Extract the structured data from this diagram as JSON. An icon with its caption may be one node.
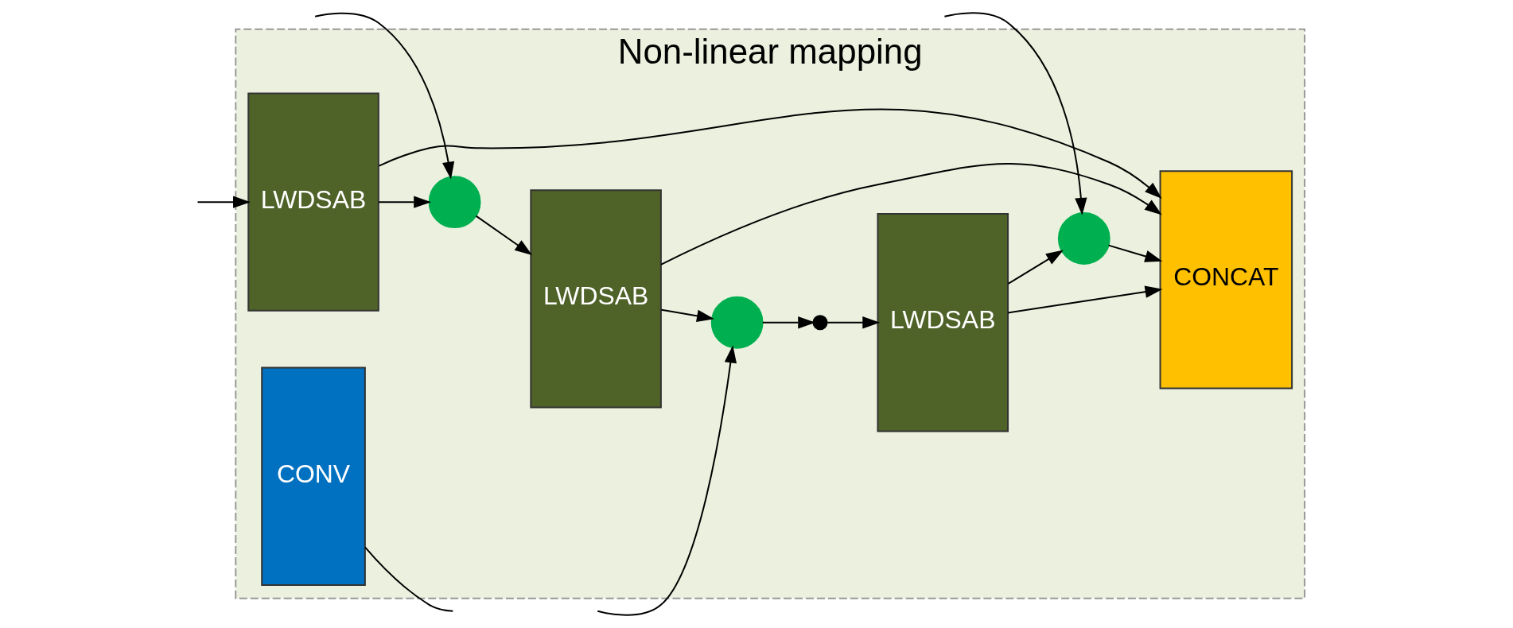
{
  "diagram": {
    "nodes": [
      {
        "text": [
          "Non-linear mapping"
        ]
      },
      {
        "text": [
          "LWDSAB"
        ],
        "in": 0
      },
      {
        "text": [],
        "shape": "circle",
        "in": 0
      },
      {
        "text": [
          "LWDSAB"
        ],
        "in": 0
      },
      {
        "text": [],
        "shape": "circle",
        "in": 0
      },
      {
        "text": [],
        "shape": "dots",
        "in": 0
      },
      {
        "text": [
          "LWDSAB"
        ],
        "in": 0
      },
      {
        "text": [],
        "shape": "circle",
        "in": 0
      },
      {
        "text": [
          "CONCAT"
        ],
        "in": 0
      },
      {
        "text": [
          "CONV"
        ],
        "in": 0
      }
    ],
    "edges": [
      {
        "from": null,
        "to": 1,
        "arrow": "to"
      },
      {
        "from": 1,
        "to": 2,
        "arrow": "to"
      },
      {
        "from": 2,
        "to": 3,
        "arrow": "to"
      },
      {
        "from": 3,
        "to": 4,
        "arrow": "to"
      },
      {
        "from": 4,
        "to": 5,
        "arrow": "to"
      },
      {
        "from": 5,
        "to": 6,
        "arrow": "to"
      },
      {
        "from": 6,
        "to": 7,
        "arrow": "to"
      },
      {
        "from": 7,
        "to": 8,
        "arrow": "to"
      },
      {
        "from": null,
        "to": 2,
        "arrow": "to"
      },
      {
        "from": null,
        "to": 4,
        "arrow": "to"
      },
      {
        "from": null,
        "to": 7,
        "arrow": "to"
      },
      {
        "from": 1,
        "to": 8,
        "arrow": "to"
      },
      {
        "from": 3,
        "to": 8,
        "arrow": "to"
      },
      {
        "from": 6,
        "to": 8,
        "arrow": "to"
      },
      {
        "from": 9,
        "to": null,
        "arrow": "none"
      }
    ]
  }
}
